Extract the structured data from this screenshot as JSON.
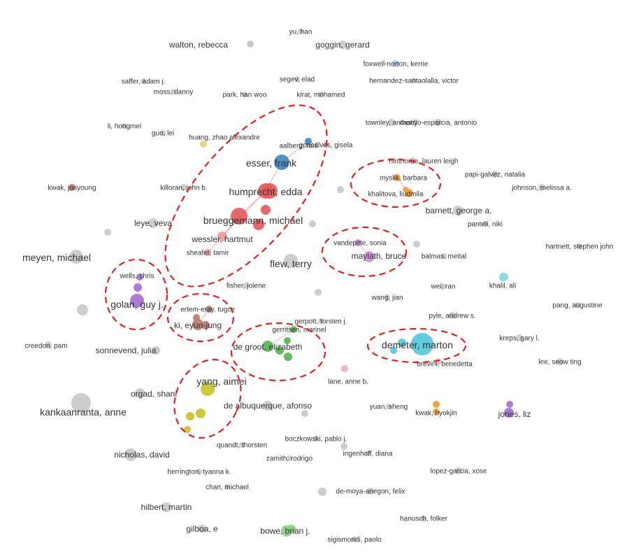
{
  "colors": {
    "gray": "#c8c8c8",
    "blue": "#3b86c6",
    "lightblue": "#a9c6ea",
    "red": "#e45858",
    "pink": "#f09a9a",
    "orange": "#ef9b32",
    "magenta": "#d18fe0",
    "purple": "#a46fd0",
    "green": "#4fb84a",
    "lightgreen": "#88d27c",
    "cyan": "#4fc6da",
    "lightcyan": "#8dd8e6",
    "brown": "#b97a6a",
    "yellow": "#c9c22a",
    "lightyellow": "#dcd568",
    "rose": "#f2a9c8",
    "link": "#d07a7a",
    "cluster_outline": "#e8201c"
  },
  "nodes": [
    {
      "label": "yu, han",
      "color": "gray",
      "size": 4,
      "font": 10
    },
    {
      "label": "walton, rebecca",
      "color": "gray",
      "size": 5,
      "font": 12
    },
    {
      "label": "goggin, gerard",
      "color": "gray",
      "size": 6,
      "font": 12
    },
    {
      "label": "foxwell-norton, kerrie",
      "color": "lightblue",
      "size": 5,
      "font": 10
    },
    {
      "label": "saffer, adam j.",
      "color": "gray",
      "size": 4,
      "font": 10
    },
    {
      "label": "segev, elad",
      "color": "gray",
      "size": 4,
      "font": 10
    },
    {
      "label": "hernandez-santaolalla, victor",
      "color": "gray",
      "size": 4,
      "font": 10
    },
    {
      "label": "moss, danny",
      "color": "gray",
      "size": 4,
      "font": 10
    },
    {
      "label": "park, han woo",
      "color": "gray",
      "size": 4,
      "font": 10
    },
    {
      "label": "kirat, mohamed",
      "color": "gray",
      "size": 4,
      "font": 10
    },
    {
      "label": "li, hongmei",
      "color": "gray",
      "size": 4,
      "font": 10
    },
    {
      "label": "guo, lei",
      "color": "gray",
      "size": 4,
      "font": 10
    },
    {
      "label": "huang, zhao alexandre",
      "color": "lightyellow",
      "size": 5,
      "font": 10
    },
    {
      "label": "townley, anthony",
      "color": "gray",
      "size": 5,
      "font": 10
    },
    {
      "label": "castillo-esparcia, antonio",
      "color": "gray",
      "size": 5,
      "font": 10
    },
    {
      "label": "aalberg, toril",
      "color": "blue",
      "size": 5,
      "font": 10
    },
    {
      "label": "goncalves, gisela",
      "color": "gray",
      "size": 4,
      "font": 10
    },
    {
      "label": "esser, frank",
      "color": "blue",
      "size": 11,
      "font": 14
    },
    {
      "label": "hinthorne, lauren leigh",
      "color": "gray",
      "size": 5,
      "font": 10
    },
    {
      "label": "myslik, barbara",
      "color": "orange",
      "size": 5,
      "font": 10
    },
    {
      "label": "papi-galvez, natalia",
      "color": "gray",
      "size": 5,
      "font": 10
    },
    {
      "label": "kwak, jooyoung",
      "color": "brown",
      "size": 5,
      "font": 10
    },
    {
      "label": "killoran, john b.",
      "color": "gray",
      "size": 5,
      "font": 10
    },
    {
      "label": "humprecht, edda",
      "color": "red",
      "size": 11,
      "font": 14
    },
    {
      "label": "khalitova, liudmila",
      "color": "orange",
      "size": 6,
      "font": 10
    },
    {
      "label": "johnson, melissa a.",
      "color": "gray",
      "size": 5,
      "font": 10
    },
    {
      "label": "barnett, george a.",
      "color": "gray",
      "size": 7,
      "font": 12
    },
    {
      "label": "brueggemann, michael",
      "color": "red",
      "size": 12,
      "font": 14
    },
    {
      "label": "leye, veva",
      "color": "gray",
      "size": 7,
      "font": 12
    },
    {
      "label": "panteli, niki",
      "color": "gray",
      "size": 4,
      "font": 10
    },
    {
      "label": "wessler, hartmut",
      "color": "pink",
      "size": 7,
      "font": 12
    },
    {
      "label": "vandepitte, sonia",
      "color": "magenta",
      "size": 5,
      "font": 10
    },
    {
      "label": "maylath, bruce",
      "color": "magenta",
      "size": 8,
      "font": 12
    },
    {
      "label": "hartnett, stephen john",
      "color": "gray",
      "size": 4,
      "font": 10
    },
    {
      "label": "balmas, meital",
      "color": "gray",
      "size": 4,
      "font": 10
    },
    {
      "label": "sheafer, tamir",
      "color": "pink",
      "size": 5,
      "font": 10
    },
    {
      "label": "meyen, michael",
      "color": "gray",
      "size": 10,
      "font": 14
    },
    {
      "label": "flew, terry",
      "color": "gray",
      "size": 10,
      "font": 14
    },
    {
      "label": "wells, chris",
      "color": "purple",
      "size": 5,
      "font": 10
    },
    {
      "label": "fisher, jolene",
      "color": "gray",
      "size": 4,
      "font": 10
    },
    {
      "label": "wei, ran",
      "color": "gray",
      "size": 4,
      "font": 10
    },
    {
      "label": "khalil, ali",
      "color": "lightcyan",
      "size": 6,
      "font": 10
    },
    {
      "label": "golan, guy j.",
      "color": "purple",
      "size": 10,
      "font": 14
    },
    {
      "label": "wang, jian",
      "color": "gray",
      "size": 4,
      "font": 10
    },
    {
      "label": "pang, augustine",
      "color": "gray",
      "size": 4,
      "font": 10
    },
    {
      "label": "ertem-eray, tugce",
      "color": "brown",
      "size": 5,
      "font": 10
    },
    {
      "label": "pyle, andrew s.",
      "color": "gray",
      "size": 5,
      "font": 10
    },
    {
      "label": "ki, eyun-jung",
      "color": "brown",
      "size": 8,
      "font": 12
    },
    {
      "label": "gerpott, torsten j.",
      "color": "gray",
      "size": 4,
      "font": 10
    },
    {
      "label": "gerritsen, marinel",
      "color": "green",
      "size": 5,
      "font": 10
    },
    {
      "label": "kreps, gary l.",
      "color": "gray",
      "size": 5,
      "font": 10
    },
    {
      "label": "creedon, pam",
      "color": "gray",
      "size": 5,
      "font": 10
    },
    {
      "label": "sonnevend, julia",
      "color": "gray",
      "size": 6,
      "font": 12
    },
    {
      "label": "de groot, elizabeth",
      "color": "green",
      "size": 8,
      "font": 12
    },
    {
      "label": "demeter, marton",
      "color": "cyan",
      "size": 16,
      "font": 14
    },
    {
      "label": "brevini, benedetta",
      "color": "gray",
      "size": 5,
      "font": 10
    },
    {
      "label": "lee, seow ting",
      "color": "gray",
      "size": 5,
      "font": 10
    },
    {
      "label": "lane, anne b.",
      "color": "rose",
      "size": 5,
      "font": 10
    },
    {
      "label": "yang, aimei",
      "color": "yellow",
      "size": 10,
      "font": 14
    },
    {
      "label": "orgad, shani",
      "color": "gray",
      "size": 7,
      "font": 12
    },
    {
      "label": "de albuquerque, afonso",
      "color": "gray",
      "size": 7,
      "font": 12
    },
    {
      "label": "yuan, sheng",
      "color": "gray",
      "size": 4,
      "font": 10
    },
    {
      "label": "kwak, hyokjin",
      "color": "orange",
      "size": 5,
      "font": 10
    },
    {
      "label": "jones, liz",
      "color": "purple",
      "size": 7,
      "font": 12
    },
    {
      "label": "kankaanranta, anne",
      "color": "gray",
      "size": 14,
      "font": 14
    },
    {
      "label": "boczkowski, pablo j.",
      "color": "gray",
      "size": 4,
      "font": 10
    },
    {
      "label": "quandt, thorsten",
      "color": "gray",
      "size": 4,
      "font": 10
    },
    {
      "label": "nicholas, david",
      "color": "gray",
      "size": 9,
      "font": 12
    },
    {
      "label": "zamith, rodrigo",
      "color": "gray",
      "size": 4,
      "font": 10
    },
    {
      "label": "ingenhoff, diana",
      "color": "gray",
      "size": 4,
      "font": 10
    },
    {
      "label": "lopez-garcia, xose",
      "color": "gray",
      "size": 5,
      "font": 10
    },
    {
      "label": "herrington, tyanna k.",
      "color": "gray",
      "size": 4,
      "font": 10
    },
    {
      "label": "chan, michael",
      "color": "gray",
      "size": 4,
      "font": 10
    },
    {
      "label": "de-moya-anegon, felix",
      "color": "gray",
      "size": 5,
      "font": 10
    },
    {
      "label": "hilbert, martin",
      "color": "gray",
      "size": 7,
      "font": 12
    },
    {
      "label": "hanusch, folker",
      "color": "gray",
      "size": 4,
      "font": 10
    },
    {
      "label": "gilboa, e",
      "color": "gray",
      "size": 6,
      "font": 12
    },
    {
      "label": "bowe, brian j.",
      "color": "lightgreen",
      "size": 8,
      "font": 12
    },
    {
      "label": "sigismondi, paolo",
      "color": "gray",
      "size": 4,
      "font": 10
    }
  ],
  "edges": [
    [
      "esser, frank",
      "aalberg, toril"
    ],
    [
      "esser, frank",
      "humprecht, edda"
    ],
    [
      "humprecht, edda",
      "brueggemann, michael"
    ],
    [
      "humprecht, edda",
      "wessler, hartmut"
    ],
    [
      "brueggemann, michael",
      "wessler, hartmut"
    ],
    [
      "wessler, hartmut",
      "sheafer, tamir"
    ],
    [
      "vandepitte, sonia",
      "maylath, bruce"
    ],
    [
      "myslik, barbara",
      "khalitova, liudmila"
    ],
    [
      "wells, chris",
      "golan, guy j."
    ],
    [
      "ertem-eray, tugce",
      "ki, eyun-jung"
    ],
    [
      "gerritsen, marinel",
      "de groot, elizabeth"
    ]
  ]
}
